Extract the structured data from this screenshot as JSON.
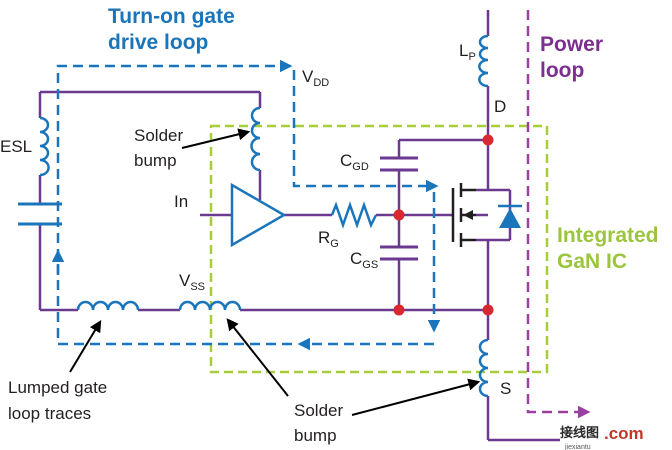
{
  "colors": {
    "circuit": "#6b3a90",
    "gate_loop": "#1a75bb",
    "power_loop": "#9b3fa0",
    "ic_boundary": "#a6ce39",
    "node": "#d7282f",
    "text": "#231f20"
  },
  "titles": {
    "gate_loop_line1": "Turn-on gate",
    "gate_loop_line2": "drive loop",
    "power_loop_line1": "Power",
    "power_loop_line2": "loop",
    "ic_line1": "Integrated",
    "ic_line2": "GaN IC"
  },
  "labels": {
    "esl": "ESL",
    "in": "In",
    "vdd_main": "V",
    "vdd_sub": "DD",
    "vss_main": "V",
    "vss_sub": "SS",
    "lp_main": "L",
    "lp_sub": "P",
    "d": "D",
    "s": "S",
    "cgd_main": "C",
    "cgd_sub": "GD",
    "cgs_main": "C",
    "cgs_sub": "GS",
    "rg_main": "R",
    "rg_sub": "G",
    "solder_bump_top_1": "Solder",
    "solder_bump_top_2": "bump",
    "solder_bump_bottom_1": "Solder",
    "solder_bump_bottom_2": "bump",
    "lumped_1": "Lumped gate",
    "lumped_2": "loop traces"
  },
  "watermark": {
    "cn": "接线图",
    "com": ".com",
    "sub": "jiexiantu"
  }
}
